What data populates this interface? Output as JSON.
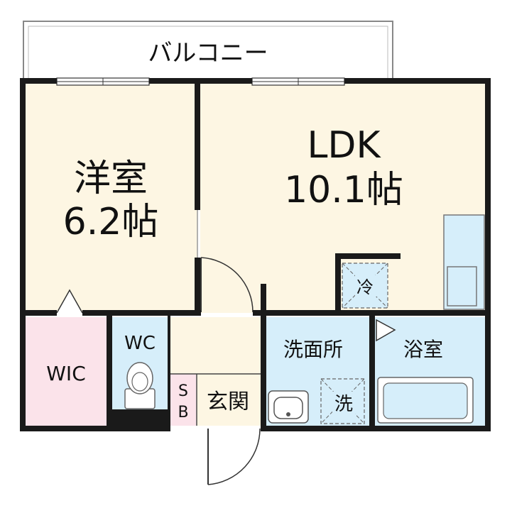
{
  "balcony": {
    "label": "バルコニー"
  },
  "rooms": {
    "western": {
      "name": "洋室",
      "size": "6.2帖"
    },
    "ldk": {
      "name": "LDK",
      "size": "10.1帖"
    },
    "wic": {
      "name": "WIC"
    },
    "wc": {
      "name": "WC"
    },
    "washroom": {
      "name": "洗面所"
    },
    "bath": {
      "name": "浴室"
    },
    "entrance": {
      "name": "玄関"
    },
    "shoebox": {
      "line1": "S",
      "line2": "B"
    }
  },
  "fixtures": {
    "fridge": "冷",
    "washer": "洗"
  },
  "colors": {
    "wall": "#1a1a1a",
    "wood_floor": "#fdf6e3",
    "wic_floor": "#fbe3ea",
    "wet_floor": "#d6eefa",
    "balcony_frame": "#888888"
  }
}
